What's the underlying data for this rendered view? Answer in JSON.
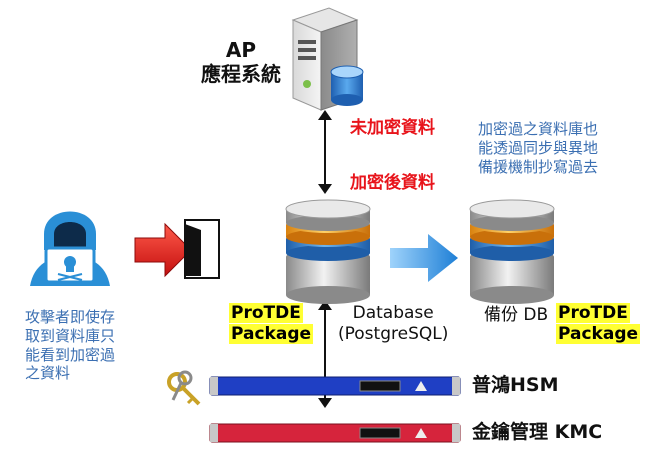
{
  "ap_label": {
    "line1": "AP",
    "line2": "應程系統"
  },
  "arrow_labels": {
    "unencrypted": "未加密資料",
    "encrypted": "加密後資料"
  },
  "backup_note": {
    "line1": "加密過之資料庫也",
    "line2": "能透過同步與異地",
    "line3": "備援機制抄寫過去"
  },
  "attacker_note": {
    "line1": "攻擊者即使存",
    "line2": "取到資料庫只",
    "line3": "能看到加密過",
    "line4": "之資料"
  },
  "primary_db": {
    "badge_line1": "ProTDE",
    "badge_line2": "Package",
    "name_line1": "Database",
    "name_line2": "(PostgreSQL)"
  },
  "backup_db": {
    "prefix": "備份 DB",
    "badge_line1": "ProTDE",
    "badge_line2": "Package"
  },
  "hsm_label": "普鴻HSM",
  "kmc_label": "金鑰管理 KMC",
  "colors": {
    "red_text": "#e8141b",
    "blue_text": "#3b6fb2",
    "highlight": "#ffff33",
    "hsm_blue": "#1f3fc4",
    "kmc_red": "#d6243c",
    "attacker": "#2a8fd6"
  }
}
